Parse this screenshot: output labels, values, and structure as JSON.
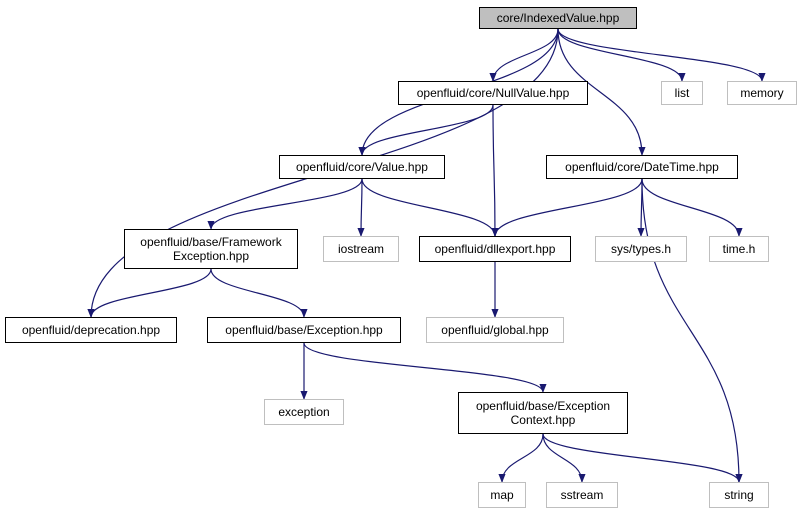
{
  "graph": {
    "edge_color": "#191970",
    "nodes": {
      "indexedvalue": {
        "label": "core/IndexedValue.hpp",
        "kind": "root"
      },
      "nullvalue": {
        "label": "openfluid/core/NullValue.hpp",
        "kind": "internal"
      },
      "list": {
        "label": "list",
        "kind": "external"
      },
      "memory": {
        "label": "memory",
        "kind": "external"
      },
      "value": {
        "label": "openfluid/core/Value.hpp",
        "kind": "internal"
      },
      "datetime": {
        "label": "openfluid/core/DateTime.hpp",
        "kind": "internal"
      },
      "fwexception": {
        "label": "openfluid/base/Framework\nException.hpp",
        "kind": "internal"
      },
      "iostream": {
        "label": "iostream",
        "kind": "external"
      },
      "dllexport": {
        "label": "openfluid/dllexport.hpp",
        "kind": "internal"
      },
      "systypes": {
        "label": "sys/types.h",
        "kind": "external"
      },
      "timeh": {
        "label": "time.h",
        "kind": "external"
      },
      "deprecation": {
        "label": "openfluid/deprecation.hpp",
        "kind": "internal"
      },
      "exception_hpp": {
        "label": "openfluid/base/Exception.hpp",
        "kind": "internal"
      },
      "global": {
        "label": "openfluid/global.hpp",
        "kind": "external"
      },
      "exception": {
        "label": "exception",
        "kind": "external"
      },
      "excontext": {
        "label": "openfluid/base/Exception\nContext.hpp",
        "kind": "internal"
      },
      "map": {
        "label": "map",
        "kind": "external"
      },
      "sstream": {
        "label": "sstream",
        "kind": "external"
      },
      "string": {
        "label": "string",
        "kind": "external"
      }
    },
    "edges": [
      [
        "indexedvalue",
        "nullvalue"
      ],
      [
        "indexedvalue",
        "list"
      ],
      [
        "indexedvalue",
        "memory"
      ],
      [
        "indexedvalue",
        "value"
      ],
      [
        "indexedvalue",
        "datetime"
      ],
      [
        "indexedvalue",
        "deprecation"
      ],
      [
        "nullvalue",
        "value"
      ],
      [
        "nullvalue",
        "dllexport"
      ],
      [
        "value",
        "fwexception"
      ],
      [
        "value",
        "iostream"
      ],
      [
        "value",
        "dllexport"
      ],
      [
        "datetime",
        "dllexport"
      ],
      [
        "datetime",
        "systypes"
      ],
      [
        "datetime",
        "timeh"
      ],
      [
        "datetime",
        "string"
      ],
      [
        "fwexception",
        "deprecation"
      ],
      [
        "fwexception",
        "exception_hpp"
      ],
      [
        "dllexport",
        "global"
      ],
      [
        "exception_hpp",
        "exception"
      ],
      [
        "exception_hpp",
        "excontext"
      ],
      [
        "excontext",
        "map"
      ],
      [
        "excontext",
        "sstream"
      ],
      [
        "excontext",
        "string"
      ]
    ]
  }
}
